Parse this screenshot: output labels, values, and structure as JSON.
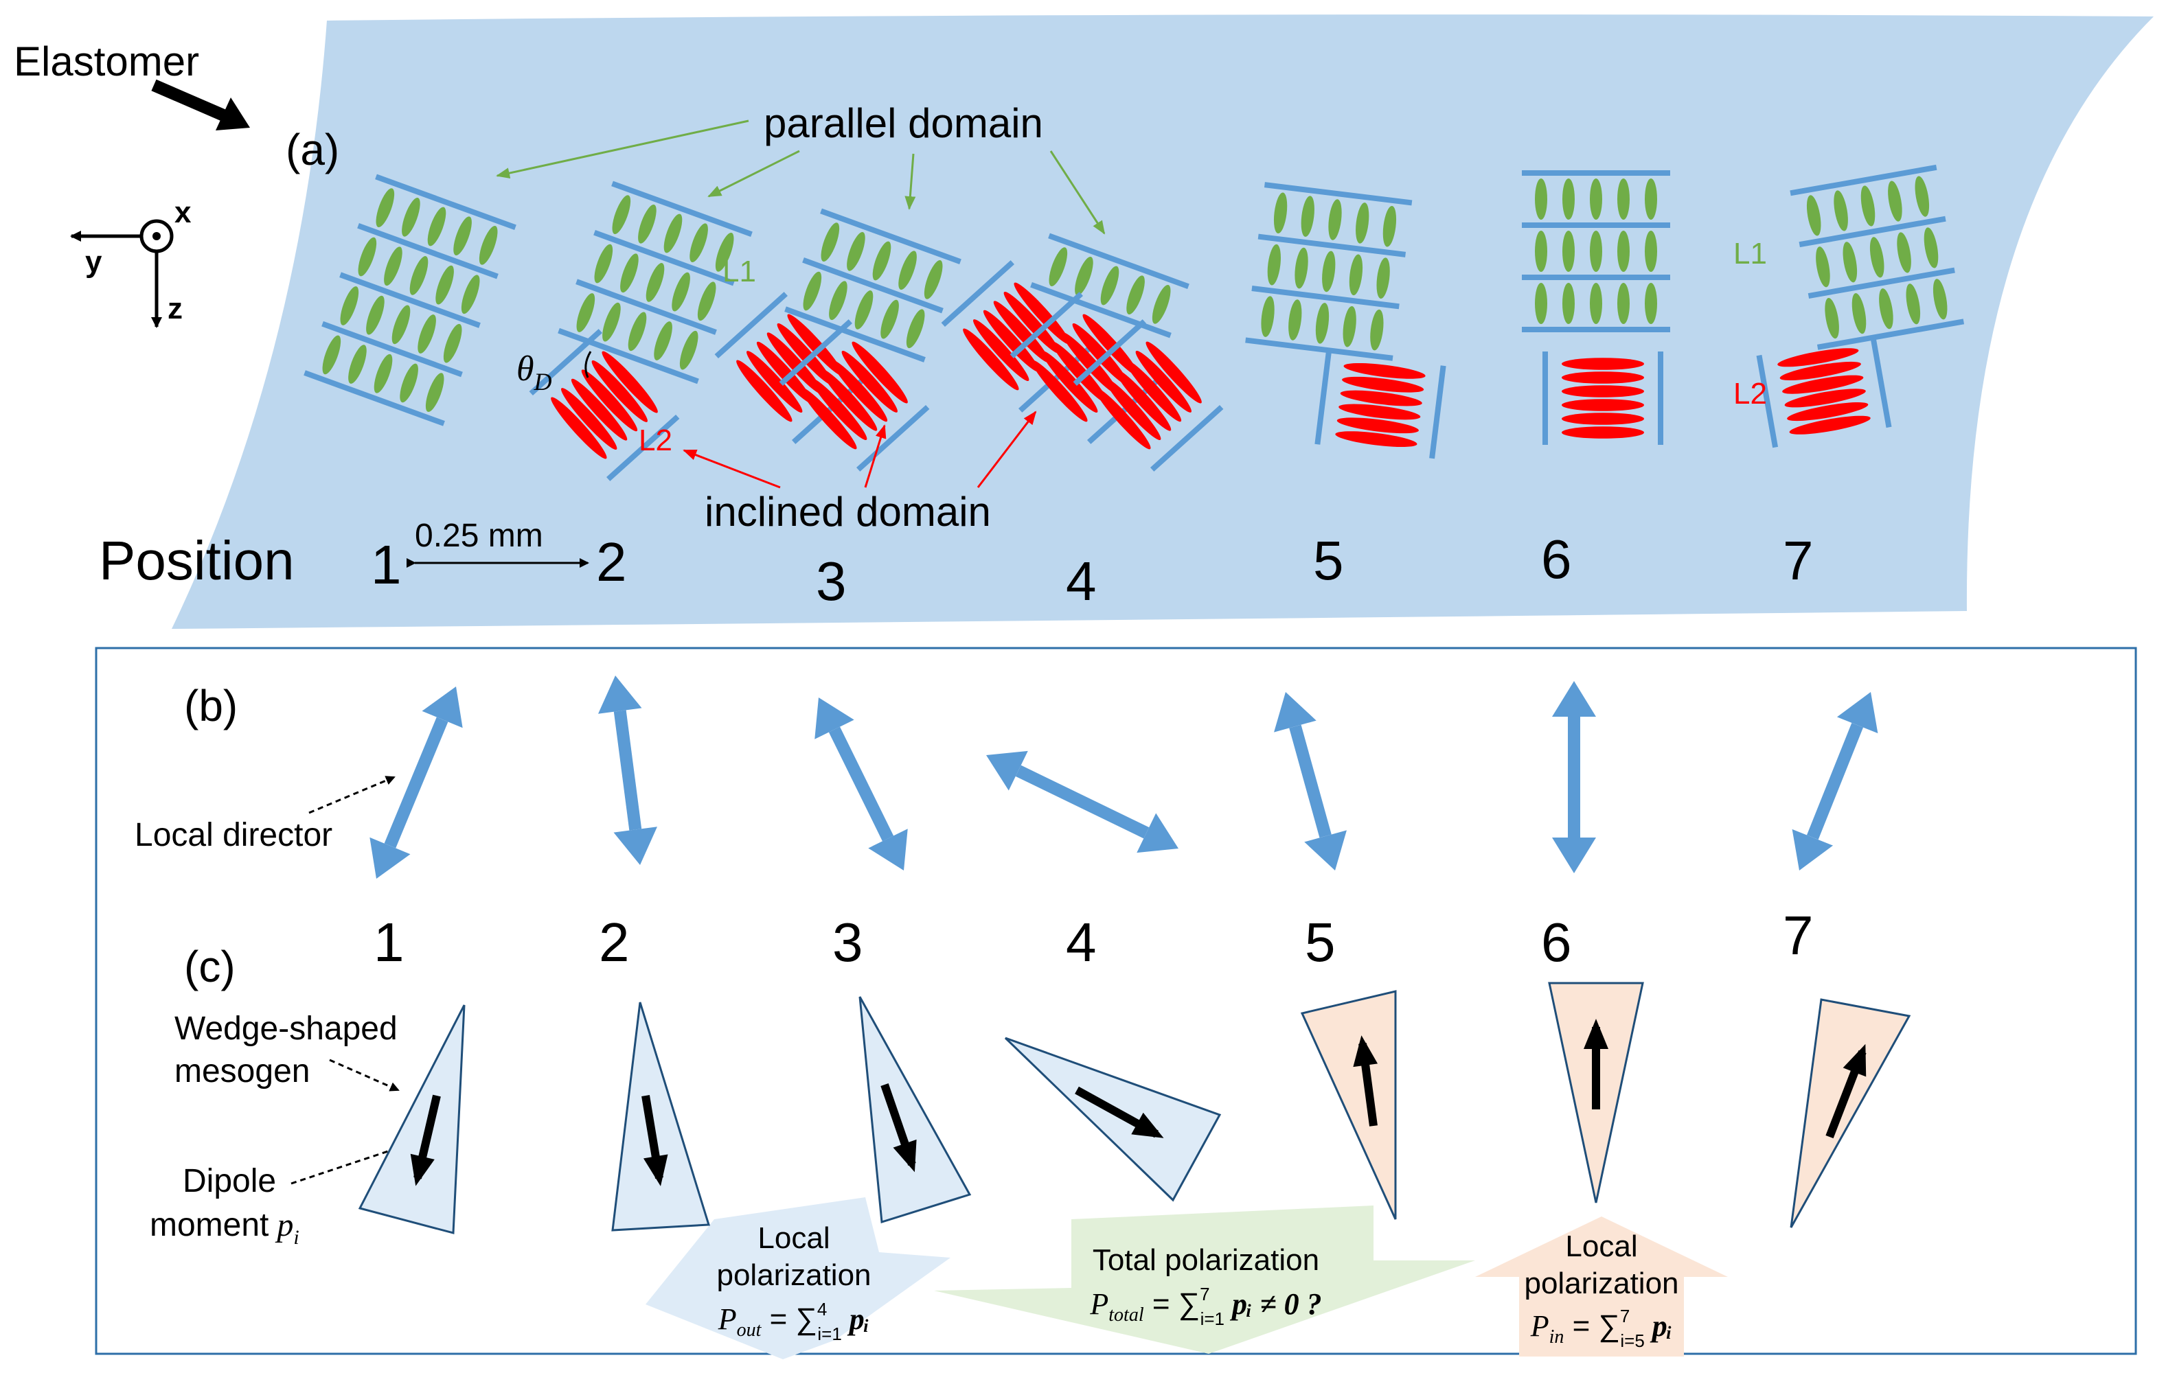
{
  "colors": {
    "elastomer": "#bdd7ee",
    "layer_line": "#5b9bd5",
    "parallel_mesogen": "#70ad47",
    "inclined_mesogen": "#ff0000",
    "director": "#5b9bd5",
    "wedge_out_fill": "#deebf7",
    "wedge_in_fill": "#fbe5d6",
    "polarization_out": "#deebf7",
    "polarization_total": "#e2f0d9",
    "polarization_in": "#fbe5d6",
    "panel_border": "#2e6fa8"
  },
  "panel_a": {
    "elastomer_label": "Elastomer",
    "label": "(a)",
    "axes": {
      "x": "x",
      "y": "y",
      "z": "z"
    },
    "parallel_domain": "parallel domain",
    "inclined_domain": "inclined domain",
    "theta_symbol": "θ",
    "theta_subscript": "D",
    "l1": "L1",
    "l2": "L2",
    "position_label": "Position",
    "scale": "0.25 mm",
    "positions": [
      "1",
      "2",
      "3",
      "4",
      "5",
      "6",
      "7"
    ]
  },
  "panel_b": {
    "label": "(b)",
    "local_director": "Local director",
    "positions": [
      "1",
      "2",
      "3",
      "4",
      "5",
      "6",
      "7"
    ]
  },
  "panel_c": {
    "label": "(c)",
    "wedge_label_1": "Wedge-shaped",
    "wedge_label_2": "mesogen",
    "dipole_label_1": "Dipole",
    "dipole_label_2": "moment",
    "dipole_symbol": "p",
    "dipole_index": "i",
    "local_pol_out_1": "Local",
    "local_pol_out_2": "polarization",
    "p_out": "P",
    "p_out_sub": "out",
    "sum_out": " = ∑",
    "sum_out_sup": "4",
    "sum_out_sub": "i=1",
    "sum_out_term": " pᵢ",
    "total_pol": "Total polarization",
    "p_total": "P",
    "p_total_sub": "total",
    "sum_total": " = ∑",
    "sum_total_sup": "7",
    "sum_total_sub": "i=1",
    "sum_total_term": " pᵢ ≠ 0 ?",
    "local_pol_in_1": "Local",
    "local_pol_in_2": "polarization",
    "p_in": "P",
    "p_in_sub": "in",
    "sum_in": " = ∑",
    "sum_in_sup": "7",
    "sum_in_sub": "i=5",
    "sum_in_term": " pᵢ"
  }
}
